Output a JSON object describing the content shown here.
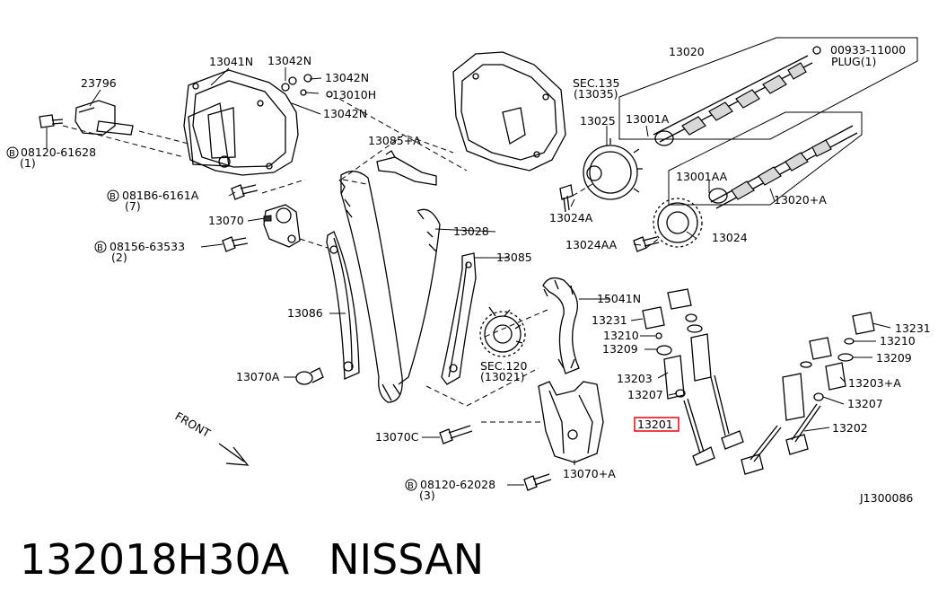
{
  "diagram": {
    "callouts": {
      "p13041n": "13041N",
      "p13042n_top": "13042N",
      "p13042n_mid": "13042N",
      "p13010h": "13010H",
      "p13042n_low": "13042N",
      "p23796": "23796",
      "bolt_08120_61628": "08120-61628",
      "qty_1": "(1)",
      "sec135": "SEC.135",
      "sec135_ref": "(13035)",
      "p13085a": "13085+A",
      "p081b6_6161a": "081B6-6161A",
      "qty_7": "(7)",
      "p13070": "13070",
      "bolt_08156_63533": "08156-63533",
      "qty_2": "(2)",
      "p13028": "13028",
      "p13085": "13085",
      "p13086": "13086",
      "p13070a": "13070A",
      "p15041n": "15041N",
      "sec120": "SEC.120",
      "sec120_ref": "(13021)",
      "p13070c": "13070C",
      "bolt_08120_62028": "08120-62028",
      "qty_3": "(3)",
      "p13070_plus_a": "13070+A",
      "p13020": "13020",
      "p00933_11000": "00933-11000",
      "plug": "PLUG(1)",
      "p13025": "13025",
      "p13001a": "13001A",
      "p13001aa": "13001AA",
      "p13020a": "13020+A",
      "p13024a": "13024A",
      "p13024aa": "13024AA",
      "p13024": "13024",
      "p13231_l": "13231",
      "p13210_l": "13210",
      "p13209_l": "13209",
      "p13203_l": "13203",
      "p13207_l": "13207",
      "p13201": "13201",
      "p13231_r": "13231",
      "p13210_r": "13210",
      "p13209_r": "13209",
      "p13203a_r": "13203+A",
      "p13207_r": "13207",
      "p13202": "13202",
      "front": "FRONT",
      "diagram_id": "J1300086",
      "circle_b": "B"
    },
    "highlight_color": "#e8000b"
  },
  "caption": {
    "part_number": "132018H30A",
    "brand": "NISSAN"
  }
}
